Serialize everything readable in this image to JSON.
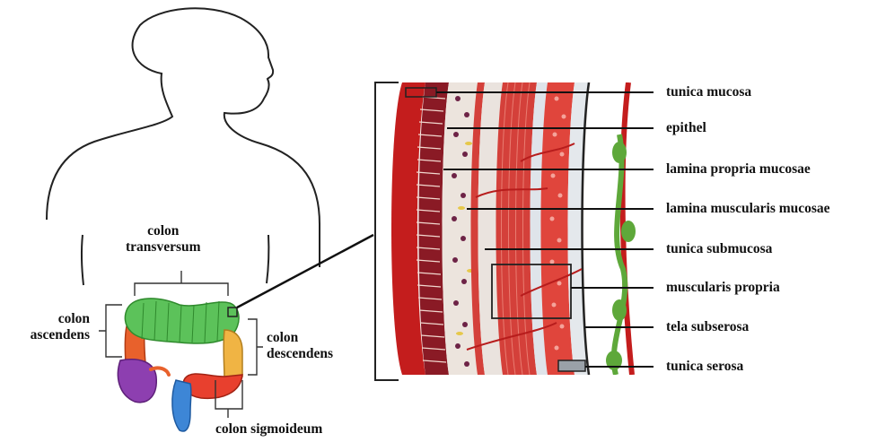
{
  "figure": {
    "regions": {
      "transverse": "colon transversum",
      "ascending": "colon ascendens",
      "descending": "colon descendens",
      "sigmoid": "colon sigmoideum"
    },
    "layers": [
      "tunica mucosa",
      "epithel",
      "lamina propria mucosae",
      "lamina muscularis mucosae",
      "tunica submucosa",
      "muscularis propria",
      "tela subserosa",
      "tunica serosa"
    ]
  },
  "colors": {
    "silhouette": "#222222",
    "transverse": "#5cc25a",
    "ascending": "#e8612c",
    "cecum": "#8d3fb0",
    "descending": "#f0b444",
    "sigmoid": "#e8402e",
    "rectum": "#3d86d6",
    "muscle": "#d4403a",
    "tissue_red": "#c41d1d",
    "serosa_green": "#5ea83a",
    "glands": "#7a2540",
    "pale": "#e9e4df"
  }
}
